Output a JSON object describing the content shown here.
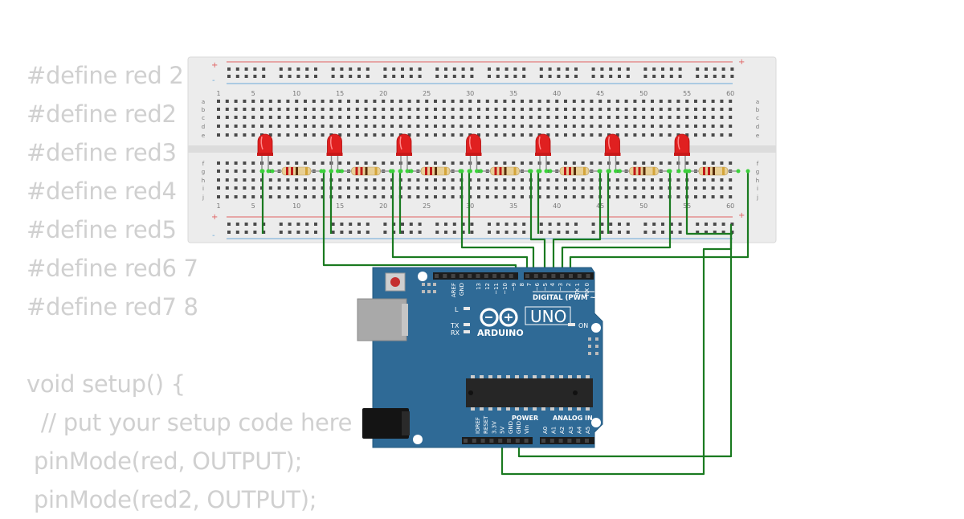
{
  "code_lines": [
    "#define red 2",
    "#define red2",
    "#define red3",
    "#define red4",
    "#define red5",
    "#define red6 7",
    "#define red7 8",
    "",
    "void setup() {",
    "  // put your setup code here",
    " pinMode(red, OUTPUT);",
    " pinMode(red2, OUTPUT);"
  ],
  "breadboard": {
    "top_col_numbers": [
      "1",
      "5",
      "10",
      "15",
      "20",
      "25",
      "30",
      "35",
      "40",
      "45",
      "50",
      "55",
      "60"
    ],
    "bottom_col_numbers": [
      "1",
      "5",
      "10",
      "15",
      "20",
      "25",
      "30",
      "35",
      "40",
      "45",
      "50",
      "55",
      "60"
    ],
    "row_letters_top": [
      "a",
      "b",
      "c",
      "d",
      "e"
    ],
    "row_letters_bottom": [
      "f",
      "g",
      "h",
      "i",
      "j"
    ],
    "rail_plus": "+",
    "rail_minus": "-",
    "led_count": 7,
    "resistor_count": 7
  },
  "arduino": {
    "brand": "ARDUINO",
    "model": "UNO",
    "digital_header_label": "DIGITAL (PWM ~)",
    "digital_pins": [
      "AREF",
      "GND",
      "13",
      "12",
      "~11",
      "~10",
      "~9",
      "8",
      "7",
      "~6",
      "~5",
      "4",
      "~3",
      "2",
      "TX 1",
      "RX 0"
    ],
    "power_header_label": "POWER",
    "power_pins": [
      "IOREF",
      "RESET",
      "3.3V",
      "5V",
      "GND",
      "GND",
      "Vin"
    ],
    "analog_header_label": "ANALOG IN",
    "analog_pins": [
      "A0",
      "A1",
      "A2",
      "A3",
      "A4",
      "A5"
    ],
    "led_labels": {
      "l": "L",
      "tx": "TX",
      "rx": "RX",
      "on": "ON"
    }
  },
  "colors": {
    "code_text": "#d0d0d0",
    "breadboard": "#ececec",
    "board": "#2f6a96",
    "wire": "#1a7a20",
    "led": "#e02020",
    "rail_red": "#e06060",
    "rail_blue": "#6aa8d8"
  }
}
